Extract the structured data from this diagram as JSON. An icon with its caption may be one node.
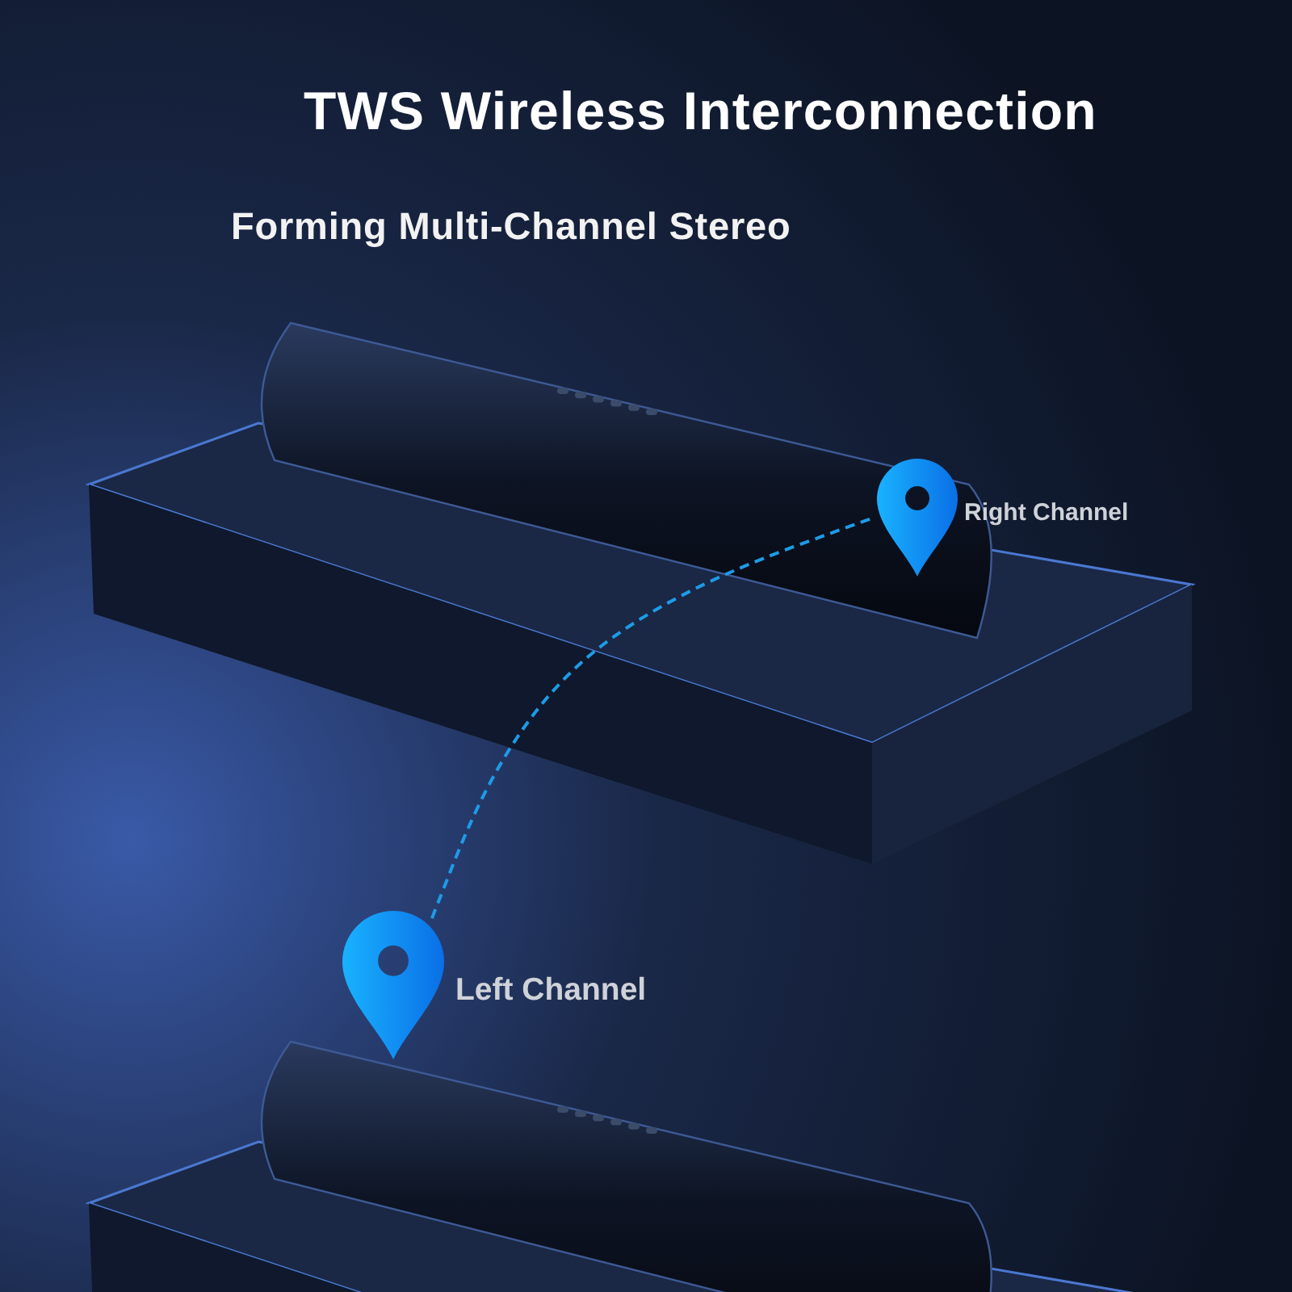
{
  "diagram": {
    "title": "TWS Wireless Interconnection",
    "nodes": [
      {
        "text": [],
        "shape": "picture",
        "beside": [
          "Right Channel"
        ]
      },
      {
        "text": [],
        "shape": "picture",
        "beside": [
          "Left Channel"
        ]
      }
    ],
    "edges": [
      {
        "from": 1,
        "to": 0,
        "arrow": "none",
        "style": "dashed",
        "color": "#1e9be6"
      }
    ],
    "labels": [
      "Forming Multi-Channel Stereo"
    ]
  }
}
